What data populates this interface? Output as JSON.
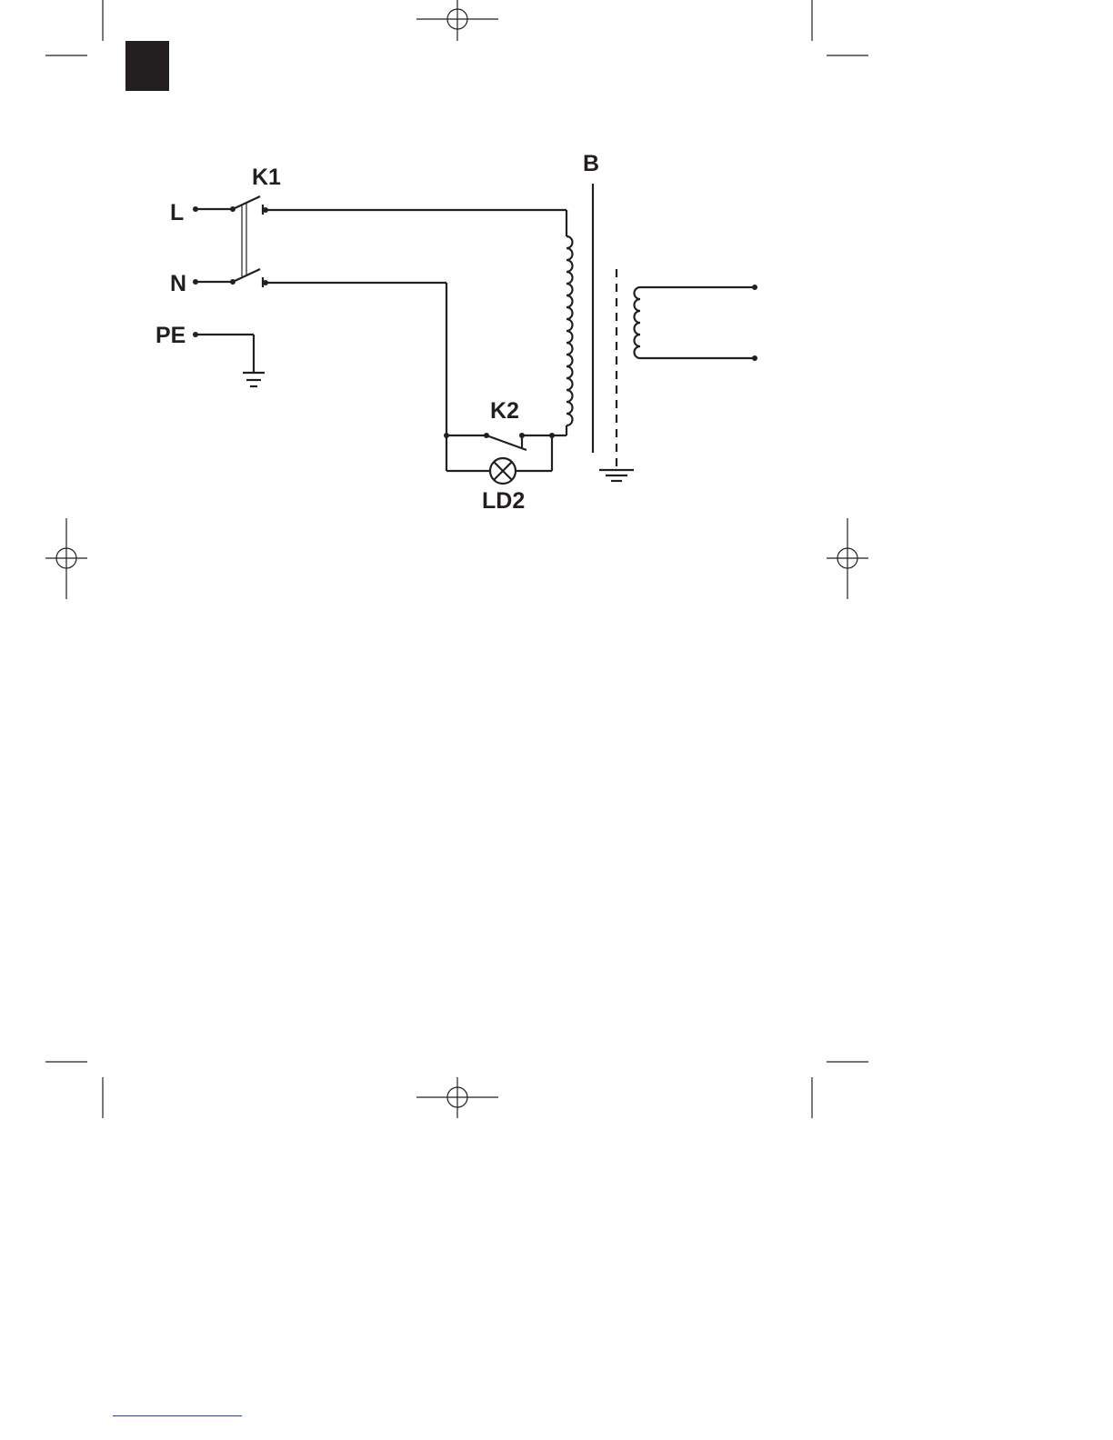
{
  "diagram": {
    "terminals": {
      "line": "L",
      "neutral": "N",
      "protective_earth": "PE"
    },
    "components": {
      "main_switch": "K1",
      "transformer": "B",
      "switch_k2": "K2",
      "lamp": "LD2"
    }
  },
  "colors": {
    "ink": "#231f20",
    "rule": "#1b3fc4",
    "page_tab": "#231f20"
  }
}
